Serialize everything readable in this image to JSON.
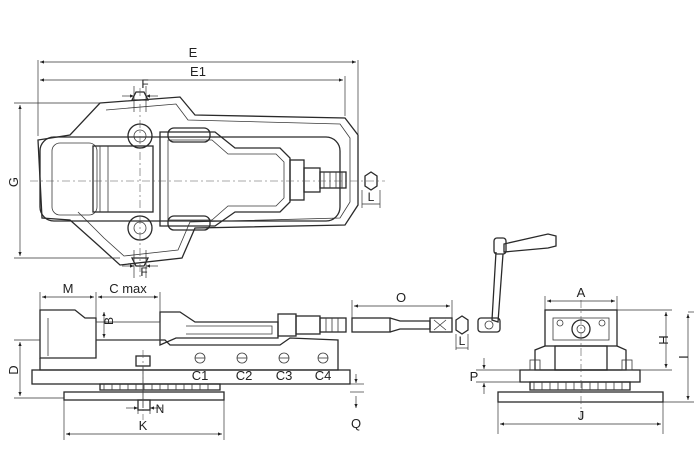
{
  "labels": {
    "E": "E",
    "E1": "E1",
    "F_top": "F",
    "F_bottom": "F",
    "G": "G",
    "L_top": "L",
    "M": "M",
    "C_max": "C max",
    "B": "B",
    "D": "D",
    "C1": "C1",
    "C2": "C2",
    "C3": "C3",
    "C4": "C4",
    "N": "N",
    "K": "K",
    "Q": "Q",
    "O": "O",
    "L_side": "L",
    "A": "A",
    "H": "H",
    "I": "I",
    "P": "P",
    "J": "J"
  }
}
